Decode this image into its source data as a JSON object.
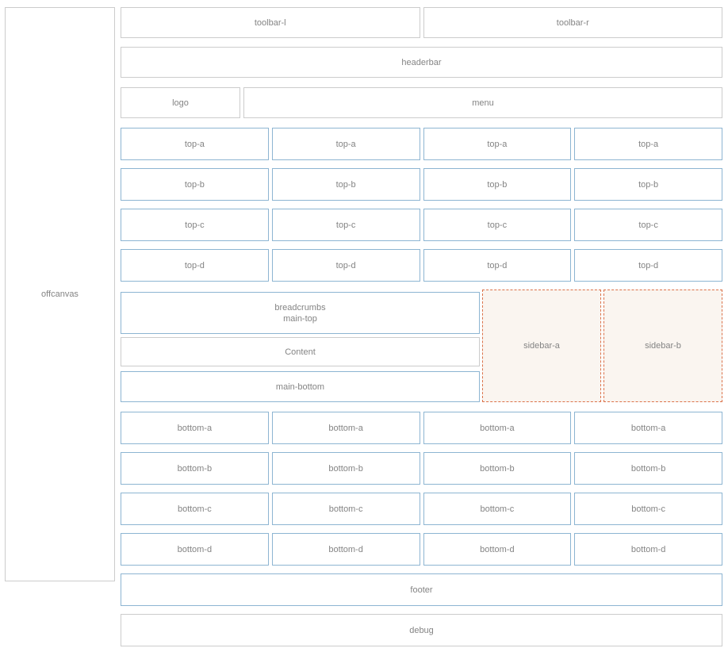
{
  "colors": {
    "gray": "#cccccc",
    "blue": "#8db5d2",
    "orange": "#db724a",
    "cream": "#faf5f0",
    "label": "#848484",
    "bg": "#ffffff"
  },
  "offcanvas": {
    "label": "offcanvas"
  },
  "header": {
    "toolbar_l": "toolbar-l",
    "toolbar_r": "toolbar-r",
    "headerbar": "headerbar",
    "logo": "logo",
    "menu": "menu"
  },
  "top": {
    "a": [
      "top-a",
      "top-a",
      "top-a",
      "top-a"
    ],
    "b": [
      "top-b",
      "top-b",
      "top-b",
      "top-b"
    ],
    "c": [
      "top-c",
      "top-c",
      "top-c",
      "top-c"
    ],
    "d": [
      "top-d",
      "top-d",
      "top-d",
      "top-d"
    ]
  },
  "main": {
    "breadcrumbs": "breadcrumbs",
    "main_top": "main-top",
    "content": "Content",
    "main_bottom": "main-bottom",
    "sidebar_a": "sidebar-a",
    "sidebar_b": "sidebar-b"
  },
  "bottom": {
    "a": [
      "bottom-a",
      "bottom-a",
      "bottom-a",
      "bottom-a"
    ],
    "b": [
      "bottom-b",
      "bottom-b",
      "bottom-b",
      "bottom-b"
    ],
    "c": [
      "bottom-c",
      "bottom-c",
      "bottom-c",
      "bottom-c"
    ],
    "d": [
      "bottom-d",
      "bottom-d",
      "bottom-d",
      "bottom-d"
    ]
  },
  "footer": {
    "label": "footer"
  },
  "debug": {
    "label": "debug"
  }
}
